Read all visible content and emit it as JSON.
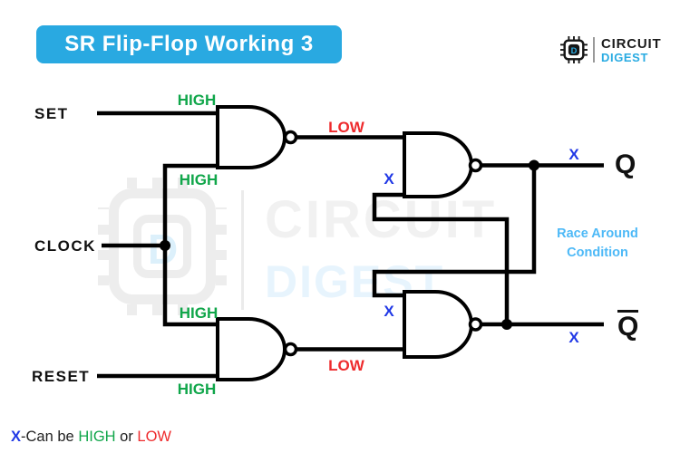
{
  "header": {
    "title": "SR Flip-Flop Working 3",
    "logo": {
      "line1": "CIRCUIT",
      "line2": "DIGEST",
      "chip_letter": "D"
    }
  },
  "watermark": {
    "line1": "CIRCUIT",
    "line2": "DIGEST",
    "chip_letter": "D"
  },
  "diagram": {
    "gate_type": "NAND",
    "inputs": {
      "set": "SET",
      "clock": "CLOCK",
      "reset": "RESET"
    },
    "outputs": {
      "q": "Q",
      "q_bar": "Q"
    },
    "states": {
      "high": "HIGH",
      "low": "LOW",
      "unknown": "X"
    },
    "annotation": {
      "line1": "Race Around",
      "line2": "Condition"
    }
  },
  "footnote": {
    "x": "X",
    "sep": "-Can be ",
    "high": "HIGH",
    "or": " or ",
    "low": "LOW"
  },
  "colors": {
    "banner_blue": "#29a9e1",
    "logo_blue": "#29abe2",
    "high_green": "#10a64a",
    "low_red": "#ee2b2d",
    "x_blue": "#2038e6",
    "race_blue": "#4db9f7",
    "wire_black": "#000000"
  }
}
